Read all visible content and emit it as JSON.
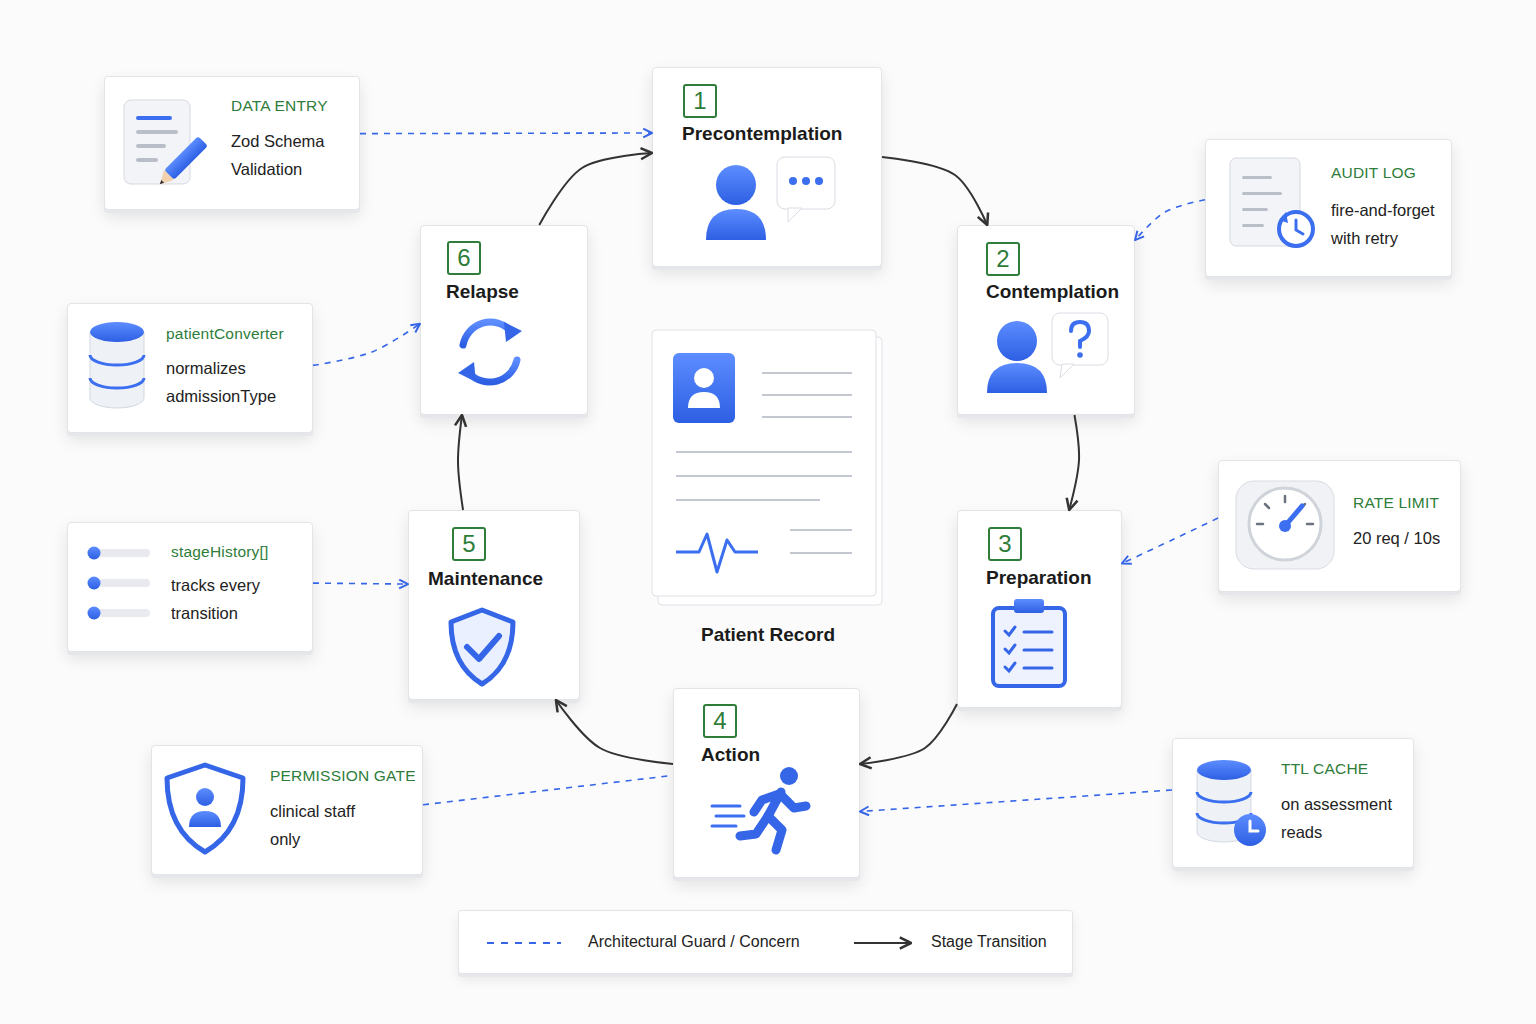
{
  "diagram": {
    "nodes": [
      {
        "text": [
          "DATA ENTRY",
          "Zod Schema Validation"
        ]
      },
      {
        "text": [
          "Precontemplation"
        ]
      },
      {
        "text": [
          "1"
        ],
        "in": 1
      },
      {
        "text": [
          "AUDIT LOG",
          "fire-and-forget with retry"
        ]
      },
      {
        "text": [
          "Relapse"
        ]
      },
      {
        "text": [
          "6"
        ],
        "in": 4
      },
      {
        "text": [
          "Contemplation"
        ]
      },
      {
        "text": [
          "2"
        ],
        "in": 6
      },
      {
        "text": [
          "patientConverter",
          "normalizes admissionType"
        ]
      },
      {
        "text": [
          "Patient Record"
        ]
      },
      {
        "text": [
          "RATE LIMIT",
          "20 req / 10s"
        ]
      },
      {
        "text": [
          "stageHistory[]",
          "tracks every transition"
        ]
      },
      {
        "text": [
          "Maintenance"
        ]
      },
      {
        "text": [
          "5"
        ],
        "in": 12
      },
      {
        "text": [
          "Preparation"
        ]
      },
      {
        "text": [
          "3"
        ],
        "in": 14
      },
      {
        "text": [
          "Action"
        ]
      },
      {
        "text": [
          "4"
        ],
        "in": 16
      },
      {
        "text": [
          "PERMISSION GATE",
          "clinical staff only"
        ]
      },
      {
        "text": [
          "TTL CACHE",
          "on assessment reads"
        ]
      }
    ],
    "edges": [
      {
        "from": 1,
        "to": 6,
        "arrow": "to"
      },
      {
        "from": 6,
        "to": 14,
        "arrow": "to"
      },
      {
        "from": 14,
        "to": 16,
        "arrow": "to"
      },
      {
        "from": 16,
        "to": 12,
        "arrow": "to"
      },
      {
        "from": 12,
        "to": 4,
        "arrow": "to"
      },
      {
        "from": 4,
        "to": 1,
        "arrow": "to"
      },
      {
        "from": 0,
        "to": 1,
        "arrow": "to"
      },
      {
        "from": 3,
        "to": 6,
        "arrow": "to"
      },
      {
        "from": 8,
        "to": 4,
        "arrow": "to"
      },
      {
        "from": 10,
        "to": 14,
        "arrow": "to"
      },
      {
        "from": 11,
        "to": 12,
        "arrow": "to"
      },
      {
        "from": 18,
        "to": 16,
        "arrow": "none"
      },
      {
        "from": 19,
        "to": 16,
        "arrow": "to"
      }
    ],
    "legend": [
      {
        "text": "Architectural Guard / Concern"
      },
      {
        "text": "Stage Transition"
      }
    ]
  }
}
